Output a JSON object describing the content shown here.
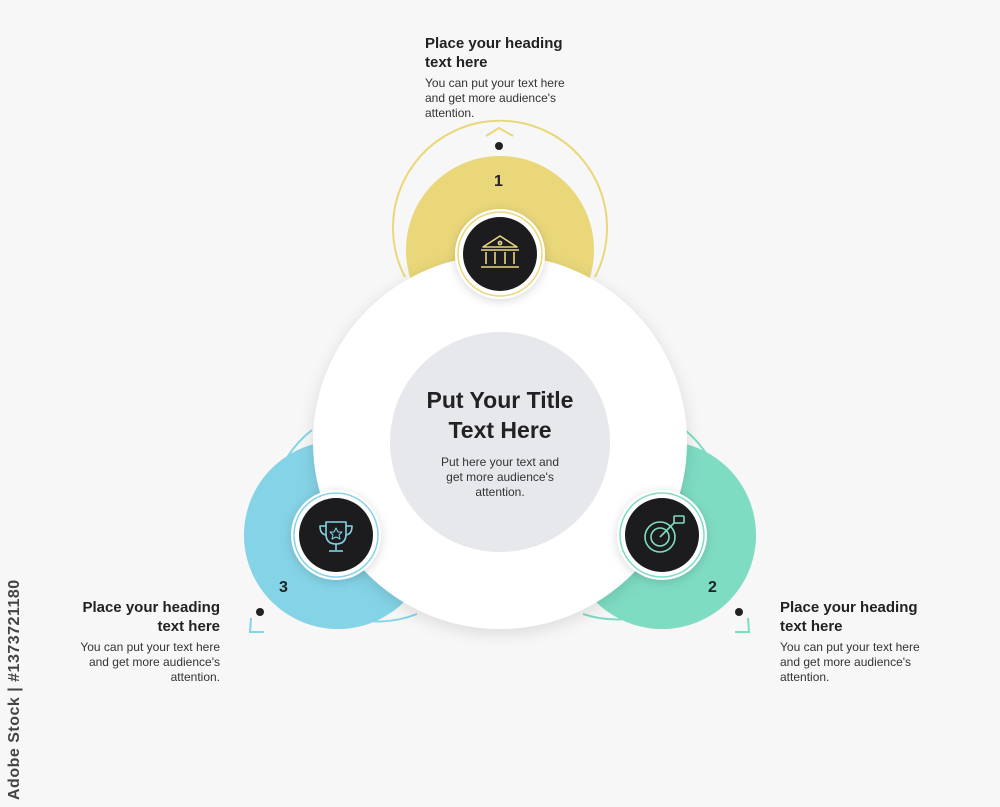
{
  "center": {
    "title_line1": "Put Your Title",
    "title_line2": "Text Here",
    "body_line1": "Put here your text and",
    "body_line2": "get more audience's",
    "body_line3": "attention."
  },
  "steps": [
    {
      "number": "1",
      "color": "#ead77a",
      "icon": "bank-icon",
      "heading_line1": "Place your heading",
      "heading_line2": "text here",
      "body_line1": "You can put your text here",
      "body_line2": "and get more audience's",
      "body_line3": "attention."
    },
    {
      "number": "2",
      "color": "#7edcc3",
      "icon": "target-icon",
      "heading_line1": "Place your heading",
      "heading_line2": "text here",
      "body_line1": "You can put your text here",
      "body_line2": "and get more audience's",
      "body_line3": "attention."
    },
    {
      "number": "3",
      "color": "#84d3e6",
      "icon": "trophy-icon",
      "heading_line1": "Place your heading",
      "heading_line2": "text here",
      "body_line1": "You can put your text here",
      "body_line2": "and get more audience's",
      "body_line3": "attention."
    }
  ],
  "watermark": "Adobe Stock | #1373721180"
}
